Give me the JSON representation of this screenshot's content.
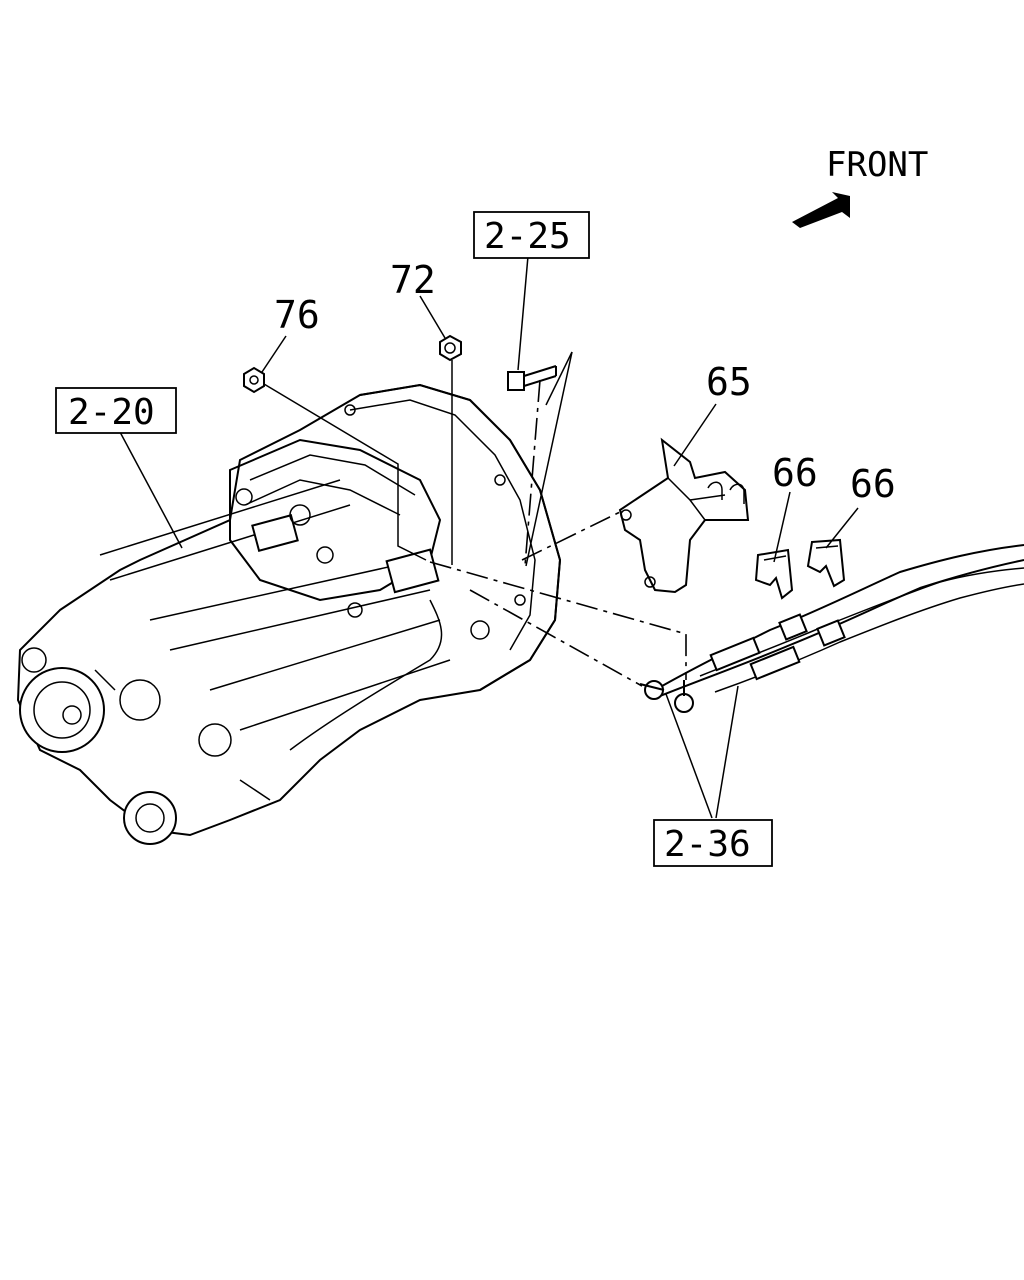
{
  "orientation": {
    "front_label": "FRONT",
    "arrow_icon": "front-arrow-icon"
  },
  "callouts": {
    "part_65": "65",
    "part_66_a": "66",
    "part_66_b": "66",
    "part_72": "72",
    "part_76": "76"
  },
  "references": {
    "ref_2_20": "2-20",
    "ref_2_25": "2-25",
    "ref_2_36": "2-36"
  }
}
